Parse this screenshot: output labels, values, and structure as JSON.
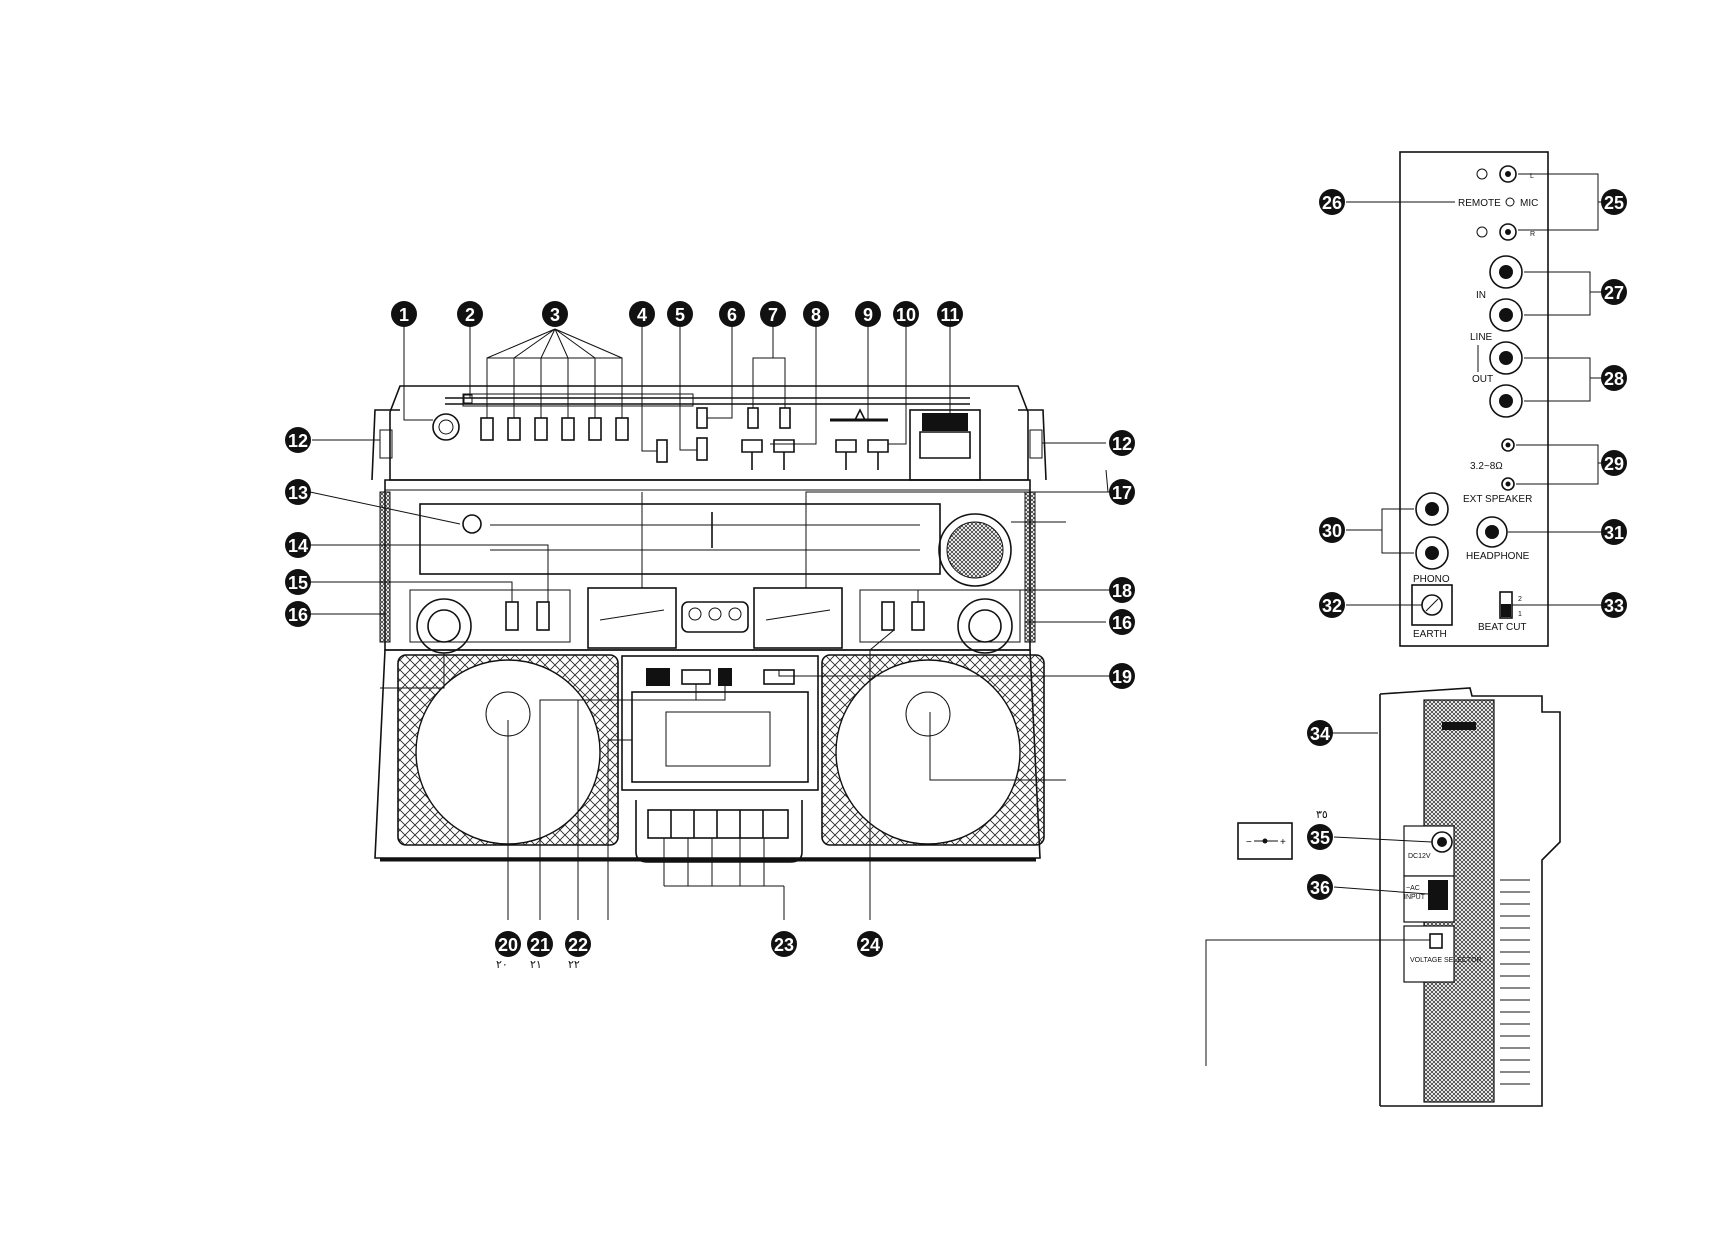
{
  "front_callouts": [
    "1",
    "2",
    "3",
    "4",
    "5",
    "6",
    "7",
    "8",
    "9",
    "10",
    "11",
    "12",
    "12",
    "13",
    "14",
    "15",
    "16",
    "16",
    "17",
    "18",
    "19",
    "20",
    "21",
    "22",
    "23",
    "24"
  ],
  "panel_callouts": [
    "25",
    "26",
    "27",
    "28",
    "29",
    "30",
    "31",
    "32",
    "33"
  ],
  "side_callouts": [
    "34",
    "35",
    "36"
  ],
  "panel_labels": {
    "remote": "REMOTE",
    "mic": "MIC",
    "l": "L",
    "r": "R",
    "in": "IN",
    "line": "LINE",
    "out": "OUT",
    "impedance": "3.2~8Ω",
    "ext_speaker": "EXT SPEAKER",
    "headphone": "HEADPHONE",
    "phono": "PHONO",
    "earth": "EARTH",
    "beat_cut": "BEAT CUT",
    "beat_1": "1",
    "beat_2": "2"
  },
  "side_labels": {
    "dc": "DC12V",
    "ac": "~AC",
    "ac_input": "INPUT",
    "voltage": "VOLTAGE SELECTOR",
    "polarity_minus": "−",
    "polarity_plus": "+"
  },
  "arabic_labels": {
    "n20": "٢٠",
    "n21": "٢١",
    "n22": "٢٢",
    "n35": "٣٥"
  }
}
